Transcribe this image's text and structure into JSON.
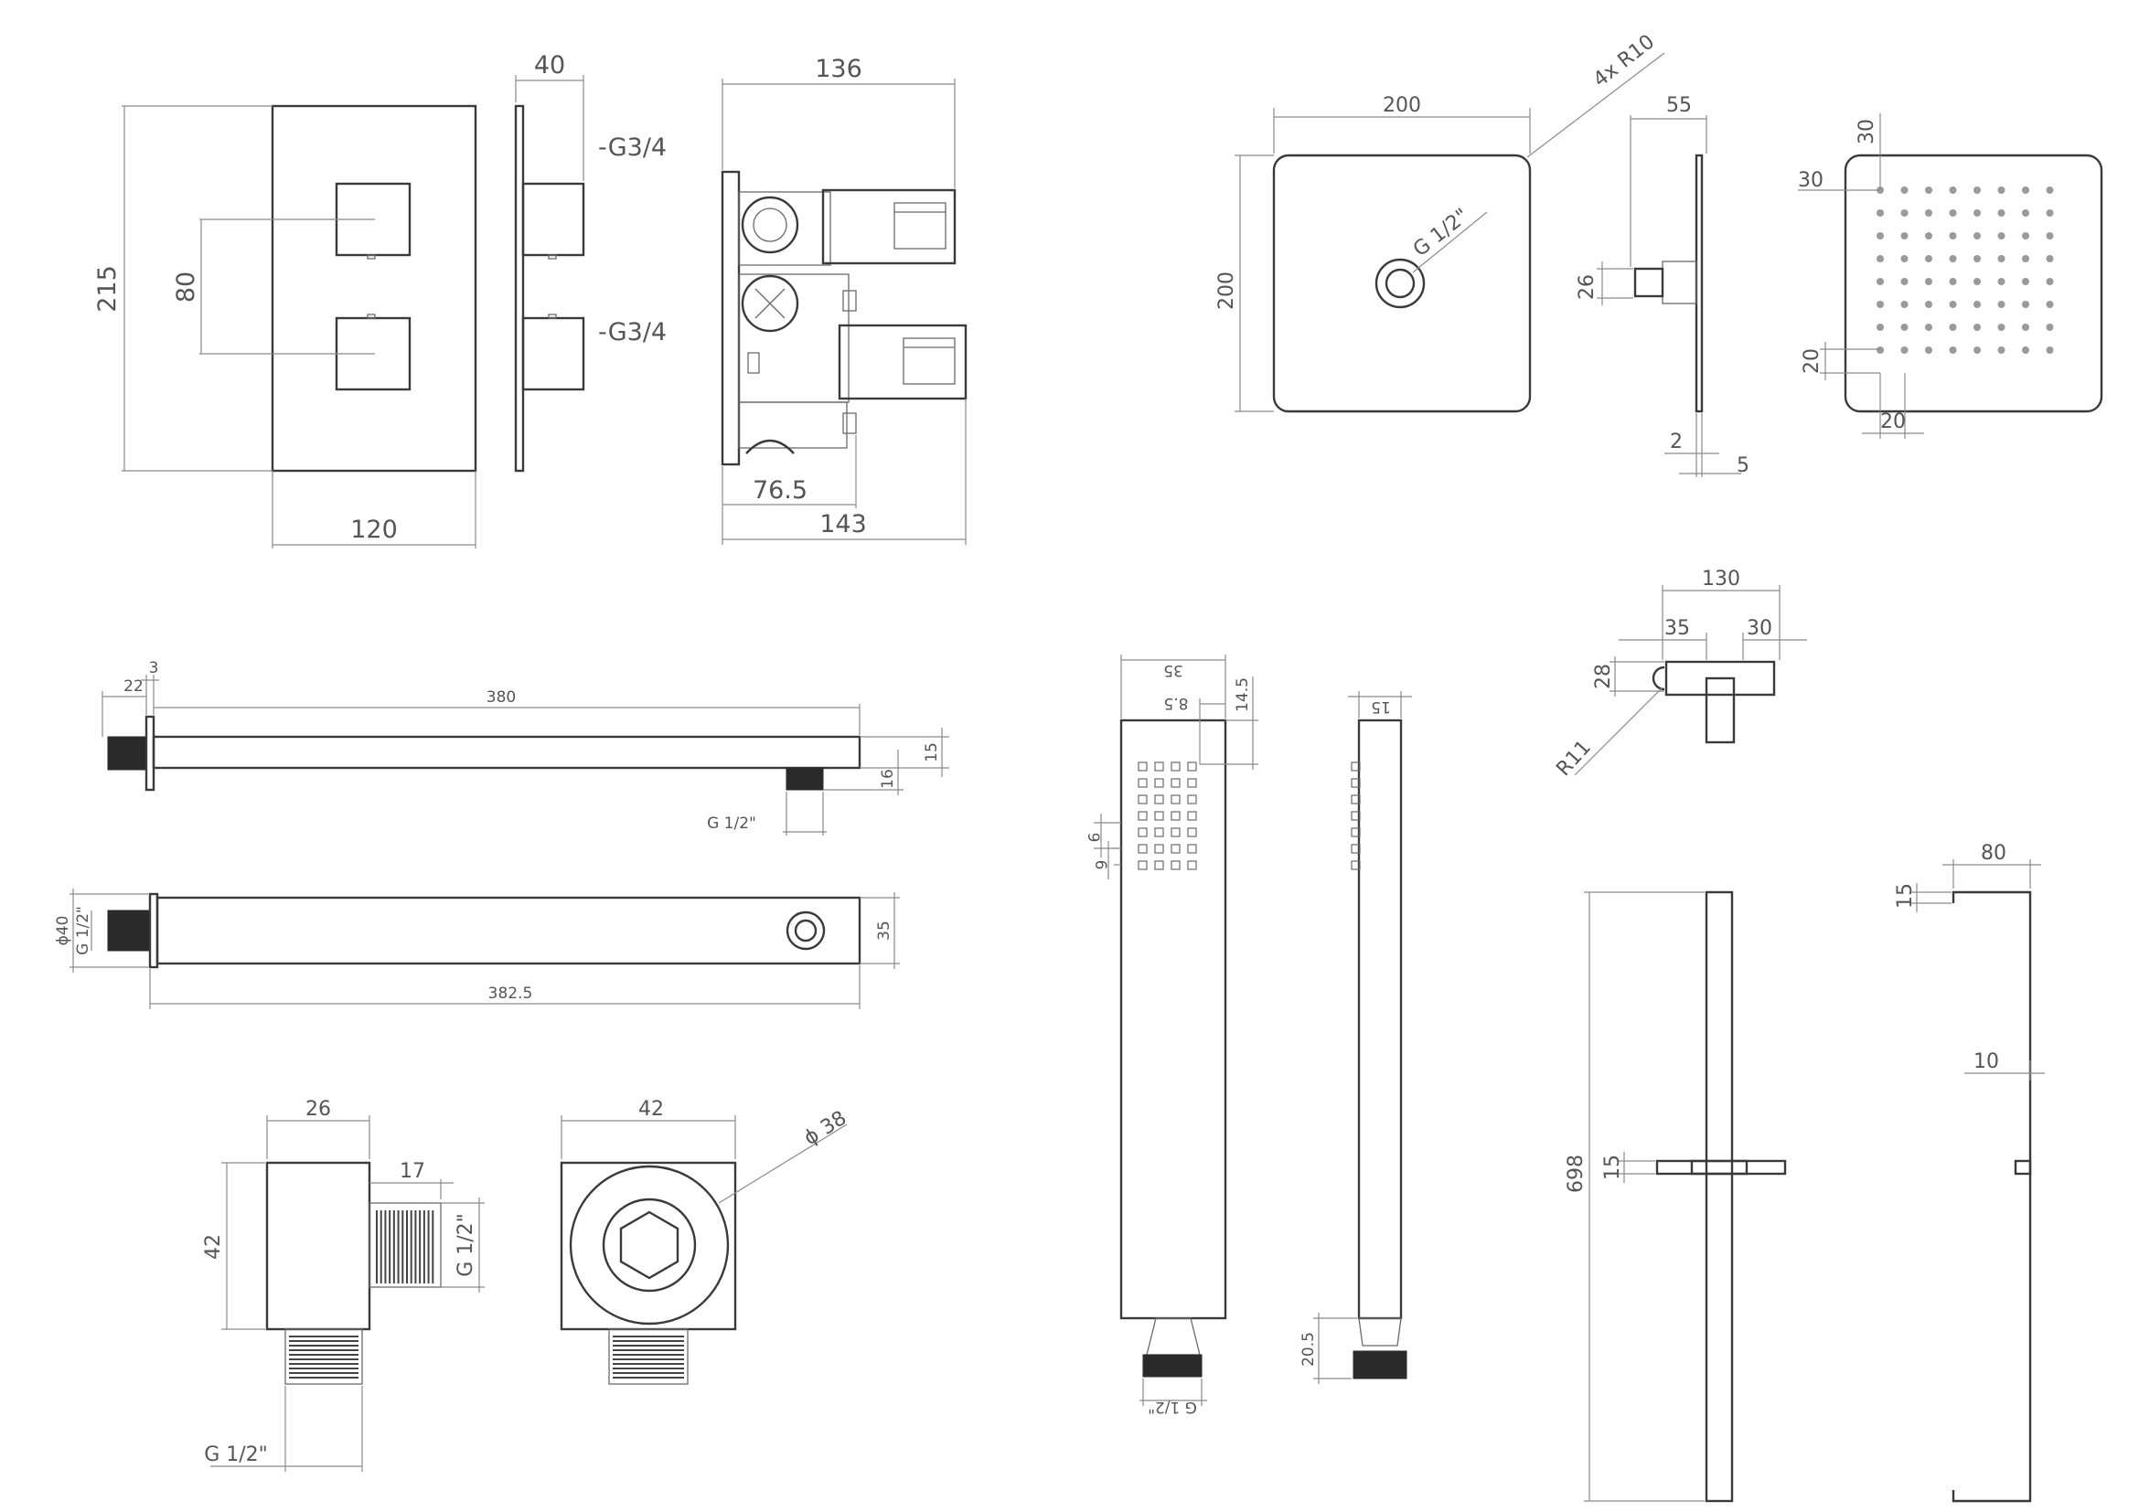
{
  "colors": {
    "background": "#ffffff",
    "line": "#3a3a3a",
    "dimension": "#8a8a8a",
    "text": "#555555"
  },
  "valve": {
    "height": "215",
    "spacing": "80",
    "width": "120",
    "depth": "40",
    "inlet_top": "-G3/4",
    "inlet_bottom": "-G3/4",
    "body_depth": "136",
    "body_offset": "76.5",
    "overall_depth": "143"
  },
  "head": {
    "size_w": "200",
    "size_h": "200",
    "radius": "4x R10",
    "thread": "G 1/2\"",
    "side_depth": "55",
    "side_height": "26",
    "plate": "2",
    "nozzle": "5",
    "edge_top": "30",
    "edge_left": "30",
    "pitch_v": "20",
    "pitch_h": "20"
  },
  "arm": {
    "flange": "3",
    "thread_len": "22",
    "length": "380",
    "tube": "15",
    "outlet": "16",
    "outlet_thread": "G 1/2\"",
    "flange_dia": "ϕ40",
    "thread": "G 1/2\"",
    "overall": "382.5",
    "depth": "35"
  },
  "outlet_elbow": {
    "width": "26",
    "height": "42",
    "thread_len": "17",
    "thread_side": "G 1/2\"",
    "thread_bottom": "G 1/2\"",
    "plate": "42",
    "plate_dia": "ϕ 38"
  },
  "handset": {
    "width": "35",
    "offset": "8.5",
    "top": "14.5",
    "pitch_a": "9",
    "pitch_b": "6",
    "thread": "G 1/2\"",
    "side": "15",
    "cone": "20.5"
  },
  "holder": {
    "length": "130",
    "left": "35",
    "right": "30",
    "height": "28",
    "radius": "R11"
  },
  "rail": {
    "length": "698",
    "slider": "15",
    "bracket_w": "80",
    "bracket_t": "15",
    "rod": "10"
  }
}
